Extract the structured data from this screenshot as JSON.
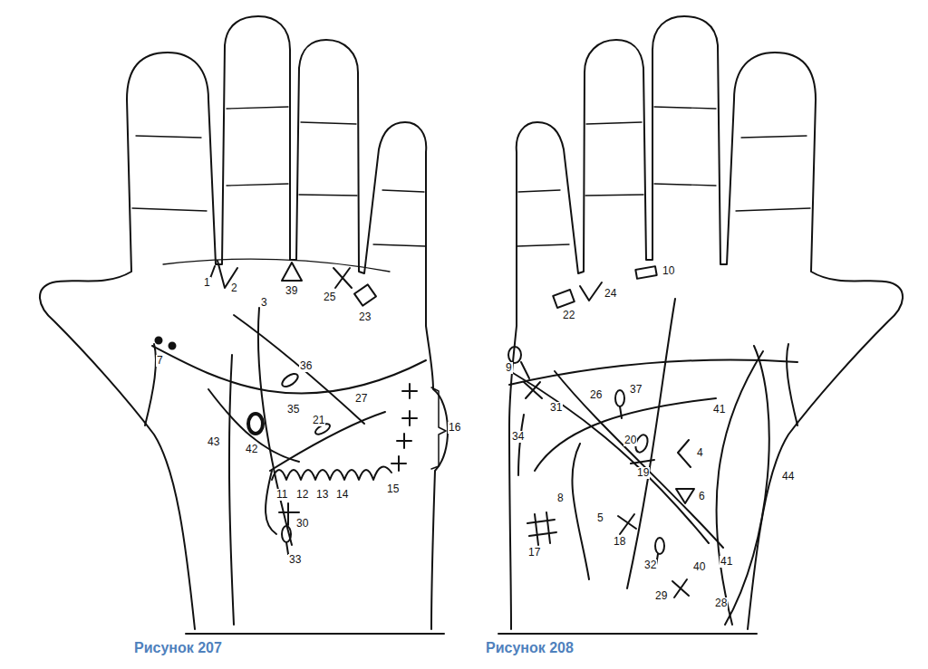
{
  "diagram": {
    "labels": [
      "1",
      "2",
      "39",
      "25",
      "23",
      "3",
      "7",
      "36",
      "27",
      "35",
      "21",
      "42",
      "43",
      "16",
      "11",
      "12",
      "13",
      "14",
      "15",
      "30",
      "33",
      "22",
      "24",
      "10",
      "9",
      "26",
      "37",
      "41",
      "31",
      "34",
      "20",
      "4",
      "19",
      "6",
      "8",
      "5",
      "44",
      "17",
      "18",
      "32",
      "40",
      "41",
      "29",
      "28",
      "Рисунок 207",
      "Рисунок 208"
    ]
  }
}
